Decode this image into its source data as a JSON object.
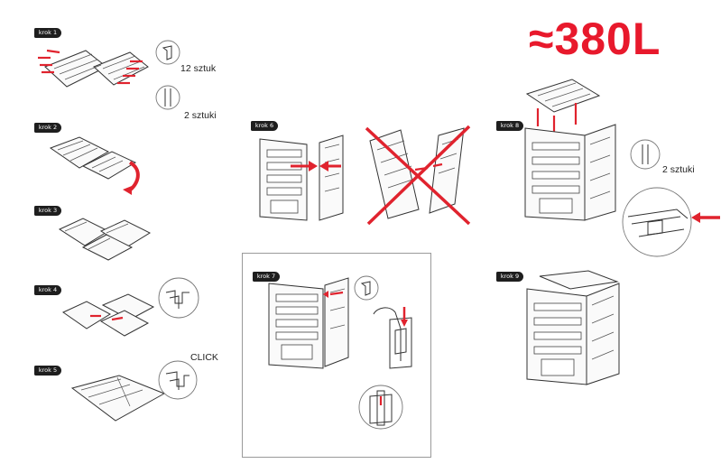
{
  "capacity": "≈380L",
  "steps": {
    "s1": "krok 1",
    "s2": "krok 2",
    "s3": "krok 3",
    "s4": "krok 4",
    "s5": "krok 5",
    "s6": "krok 6",
    "s7": "krok 7",
    "s8": "krok 8",
    "s9": "krok 9"
  },
  "labels": {
    "clips_count": "12 sztuk",
    "pins_count_1": "2 sztuki",
    "pins_count_2": "2 sztuki",
    "click": "CLICK"
  },
  "colors": {
    "accent_red": "#e8192c",
    "line": "#333333",
    "badge": "#1e1e1e"
  }
}
